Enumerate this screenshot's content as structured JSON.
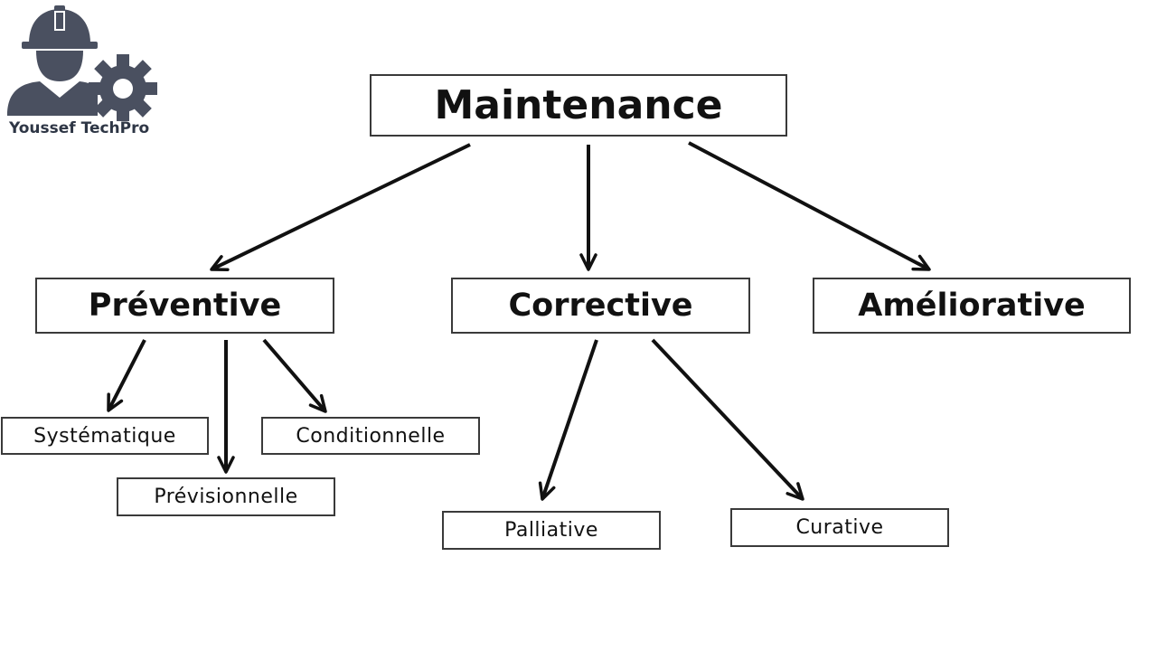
{
  "logo": {
    "text": "Youssef TechPro",
    "icon": "engineer-gear-icon",
    "color": "#4a5060"
  },
  "diagram": {
    "root": {
      "id": "maintenance",
      "label": "Maintenance"
    },
    "categories": [
      {
        "id": "preventive",
        "label": "Préventive",
        "children": [
          {
            "id": "systematique",
            "label": "Systématique"
          },
          {
            "id": "previsionnelle",
            "label": "Prévisionnelle"
          },
          {
            "id": "conditionnelle",
            "label": "Conditionnelle"
          }
        ]
      },
      {
        "id": "corrective",
        "label": "Corrective",
        "children": [
          {
            "id": "palliative",
            "label": "Palliative"
          },
          {
            "id": "curative",
            "label": "Curative"
          }
        ]
      },
      {
        "id": "ameliorative",
        "label": "Améliorative",
        "children": []
      }
    ],
    "edges": [
      [
        "maintenance",
        "preventive"
      ],
      [
        "maintenance",
        "corrective"
      ],
      [
        "maintenance",
        "ameliorative"
      ],
      [
        "preventive",
        "systematique"
      ],
      [
        "preventive",
        "previsionnelle"
      ],
      [
        "preventive",
        "conditionnelle"
      ],
      [
        "corrective",
        "palliative"
      ],
      [
        "corrective",
        "curative"
      ]
    ],
    "line_color": "#111111",
    "border_color": "#3a3a3a"
  }
}
